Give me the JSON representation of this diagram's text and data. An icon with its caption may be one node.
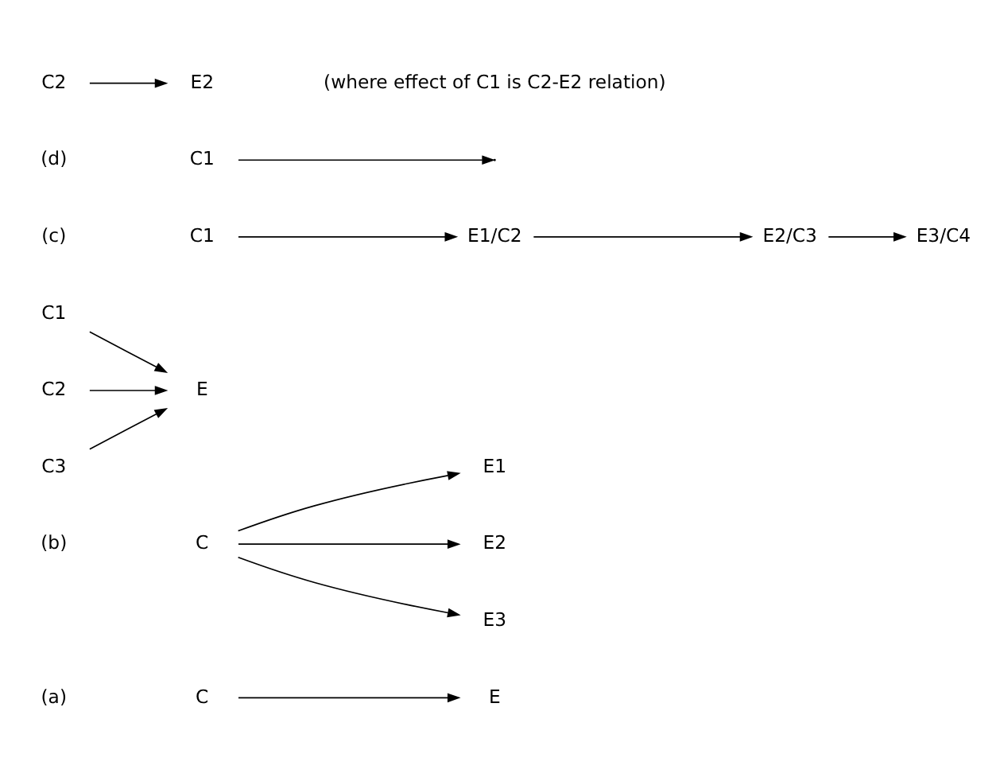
{
  "diagram": {
    "nodes": [
      {
        "text": [
          "C"
        ]
      },
      {
        "text": [
          "E"
        ]
      },
      {
        "text": [
          "C"
        ]
      },
      {
        "text": [
          "E1"
        ]
      },
      {
        "text": [
          "E2"
        ]
      },
      {
        "text": [
          "E3"
        ]
      },
      {
        "text": [
          "C1"
        ]
      },
      {
        "text": [
          "C2"
        ]
      },
      {
        "text": [
          "C3"
        ]
      },
      {
        "text": [
          "E"
        ]
      },
      {
        "text": [
          "C1"
        ]
      },
      {
        "text": [
          "E1/C2"
        ]
      },
      {
        "text": [
          "E2/C3"
        ]
      },
      {
        "text": [
          "E3/C4"
        ]
      },
      {
        "text": [
          "C1"
        ]
      },
      {
        "text": [
          "C2"
        ]
      },
      {
        "text": [
          "E2"
        ]
      }
    ],
    "edges": [
      {
        "from": 0,
        "to": 1,
        "arrow": "to"
      },
      {
        "from": 2,
        "to": 3,
        "arrow": "to"
      },
      {
        "from": 2,
        "to": 4,
        "arrow": "to"
      },
      {
        "from": 2,
        "to": 5,
        "arrow": "to"
      },
      {
        "from": 6,
        "to": 9,
        "arrow": "to"
      },
      {
        "from": 7,
        "to": 9,
        "arrow": "to"
      },
      {
        "from": 8,
        "to": 9,
        "arrow": "to"
      },
      {
        "from": 10,
        "to": 11,
        "arrow": "to"
      },
      {
        "from": 11,
        "to": 12,
        "arrow": "to"
      },
      {
        "from": 12,
        "to": 13,
        "arrow": "to"
      },
      {
        "from": 14,
        "to": null,
        "arrow": "to"
      },
      {
        "from": 15,
        "to": 16,
        "arrow": "to"
      }
    ],
    "labels": [
      "(a)",
      "(b)",
      "(c)",
      "(d)",
      "(where effect of C1 is C2-E2 relation)"
    ]
  }
}
